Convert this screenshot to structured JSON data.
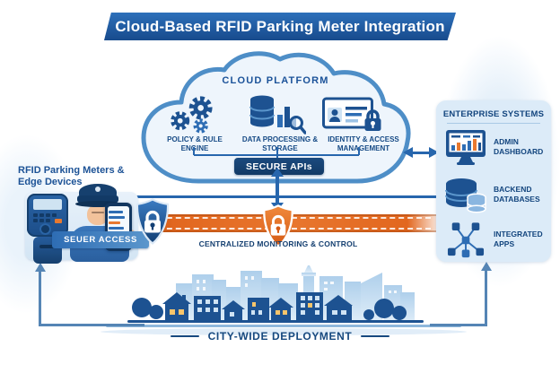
{
  "title": "Cloud-Based RFID Parking Meter Integration",
  "cloud": {
    "label": "CLOUD PLATFORM",
    "items": [
      {
        "label": "POLICY & RULE ENGINE",
        "icon": "gears-icon"
      },
      {
        "label": "DATA PROCESSING & STORAGE",
        "icon": "database-chart-magnifier-icon"
      },
      {
        "label": "IDENTITY & ACCESS MANAGEMENT",
        "icon": "id-card-lock-icon"
      }
    ],
    "secure_apis_label": "SECURE APIs"
  },
  "edge": {
    "heading": "RFID Parking Meters & Edge Devices",
    "badge": "SEUER ACCESS"
  },
  "enterprise": {
    "heading": "ENTERPRISE SYSTEMS",
    "items": [
      {
        "label": "ADMIN DASHBOARD",
        "icon": "monitor-chart-icon"
      },
      {
        "label": "BACKEND DATABASES",
        "icon": "database-stack-icon"
      },
      {
        "label": "INTEGRATED APPS",
        "icon": "network-nodes-icon"
      }
    ]
  },
  "middle": {
    "label": "CENTRALIZED MONITORING & CONTROL"
  },
  "bottom": {
    "label": "CITY-WIDE DEPLOYMENT"
  },
  "icons": {
    "policy-rule-engine": "gears",
    "data-processing-storage": "database + bar-chart + magnifier",
    "identity-access-management": "id-card + padlock",
    "admin-dashboard": "monitor with bar chart",
    "backend-databases": "stacked database cylinders",
    "integrated-apps": "connected network nodes",
    "secure-access": "blue shield with padlock",
    "secure-channel": "orange shield with padlock",
    "edge-device": "rfid parking meter handheld",
    "edge-user": "police officer holding phone",
    "deployment": "city skyline"
  },
  "colors": {
    "title_blue": "#1a4f94",
    "dark_blue": "#1d5291",
    "mid_blue": "#2e6db4",
    "navy": "#16406e",
    "panel_blue": "#dcebf8",
    "orange": "#e2671f",
    "arrow_blue": "#2766ad",
    "steel_blue": "#5585b5",
    "text_navy": "#143f70",
    "cloud_fill": "#eef5fc",
    "cloud_stroke": "#4e8ec7",
    "city_light": "#bcd7ee"
  }
}
